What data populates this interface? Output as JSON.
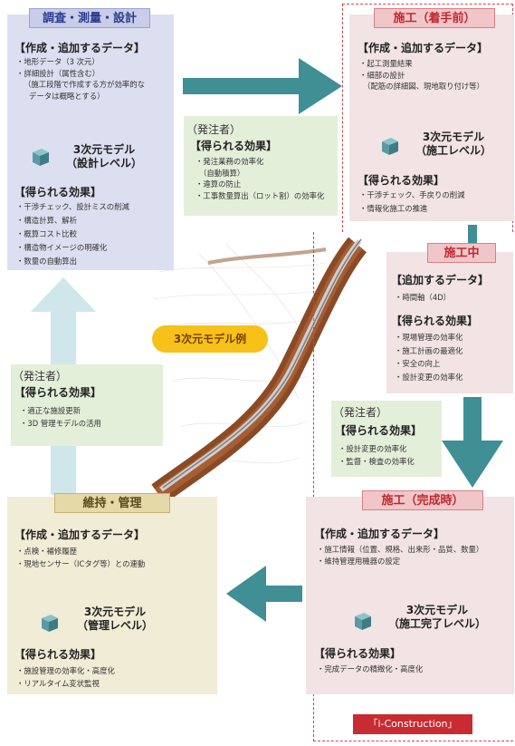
{
  "design": {
    "title": "調査・測量・設計",
    "data_heading": "【作成・追加するデータ】",
    "data_items": [
      "・地形データ（3 次元）",
      "・詳細設計（属性含む）",
      "（施工段階で作成する方が効率的な",
      "データは概略とする）"
    ],
    "model": [
      "3次元モデル",
      "（設計レベル）"
    ],
    "effects_heading": "【得られる効果】",
    "effects_items": [
      "・干渉チェック、設計ミスの削減",
      "・構造計算、解析",
      "・概算コスト比較",
      "・構造物イメージの明確化",
      "・数量の自動算出"
    ]
  },
  "before": {
    "title": "施工（着手前）",
    "data_heading": "【作成・追加するデータ】",
    "data_items": [
      "・起工測量結果",
      "・細部の設計",
      "（配筋の詳細図、現地取り付け等）"
    ],
    "model": [
      "3次元モデル",
      "（施工レベル）"
    ],
    "effects_heading": "【得られる効果】",
    "effects_items": [
      "・干渉チェック、手戻りの削減",
      "・情報化施工の推進"
    ]
  },
  "during": {
    "title": "施工中",
    "data_heading": "【追加するデータ】",
    "data_items": [
      "・時間軸（4D）"
    ],
    "effects_heading": "【得られる効果】",
    "effects_items": [
      "・現場管理の効率化",
      "・施工計画の最適化",
      "・安全の向上",
      "・設計変更の効率化"
    ]
  },
  "after": {
    "title": "施工（完成時）",
    "data_heading": "【作成・追加するデータ】",
    "data_items": [
      "・施工情報（位置、規格、出来形・品質、数量）",
      "・維持管理用機器の設定"
    ],
    "model": [
      "3次元モデル",
      "（施工完了レベル）"
    ],
    "effects_heading": "【得られる効果】",
    "effects_items": [
      "・完成データの精緻化・高度化"
    ]
  },
  "maint": {
    "title": "維持・管理",
    "data_heading": "【作成・追加するデータ】",
    "data_items": [
      "・点検・補修履歴",
      "・現地センサー（ICタグ等）との連動"
    ],
    "model": [
      "3次元モデル",
      "（管理レベル）"
    ],
    "effects_heading": "【得られる効果】",
    "effects_items": [
      "・施設管理の効率化・高度化",
      "・リアルタイム変状監視"
    ]
  },
  "orderer1": {
    "label": "（発注者）",
    "heading": "【得られる効果】",
    "items": [
      "・発注業務の効率化",
      "（自動積算）",
      "・違算の防止",
      "・工事数量算出（ロット割）の効率化"
    ]
  },
  "orderer2": {
    "label": "（発注者）",
    "heading": "【得られる効果】",
    "items": [
      "・適正な施設更新",
      "・3D 管理モデルの活用"
    ]
  },
  "orderer3": {
    "label": "（発注者）",
    "heading": "【得られる効果】",
    "items": [
      "・設計変更の効率化",
      "・監督・検査の効率化"
    ]
  },
  "example_label": "3次元モデル例",
  "footer_tag": "「i-Construction」",
  "colors": {
    "arrow_teal": "#3f8f95",
    "arrow_light": "#cfe7ea",
    "arrow_red": "#d0333a",
    "cube": "#5a9aa3"
  }
}
